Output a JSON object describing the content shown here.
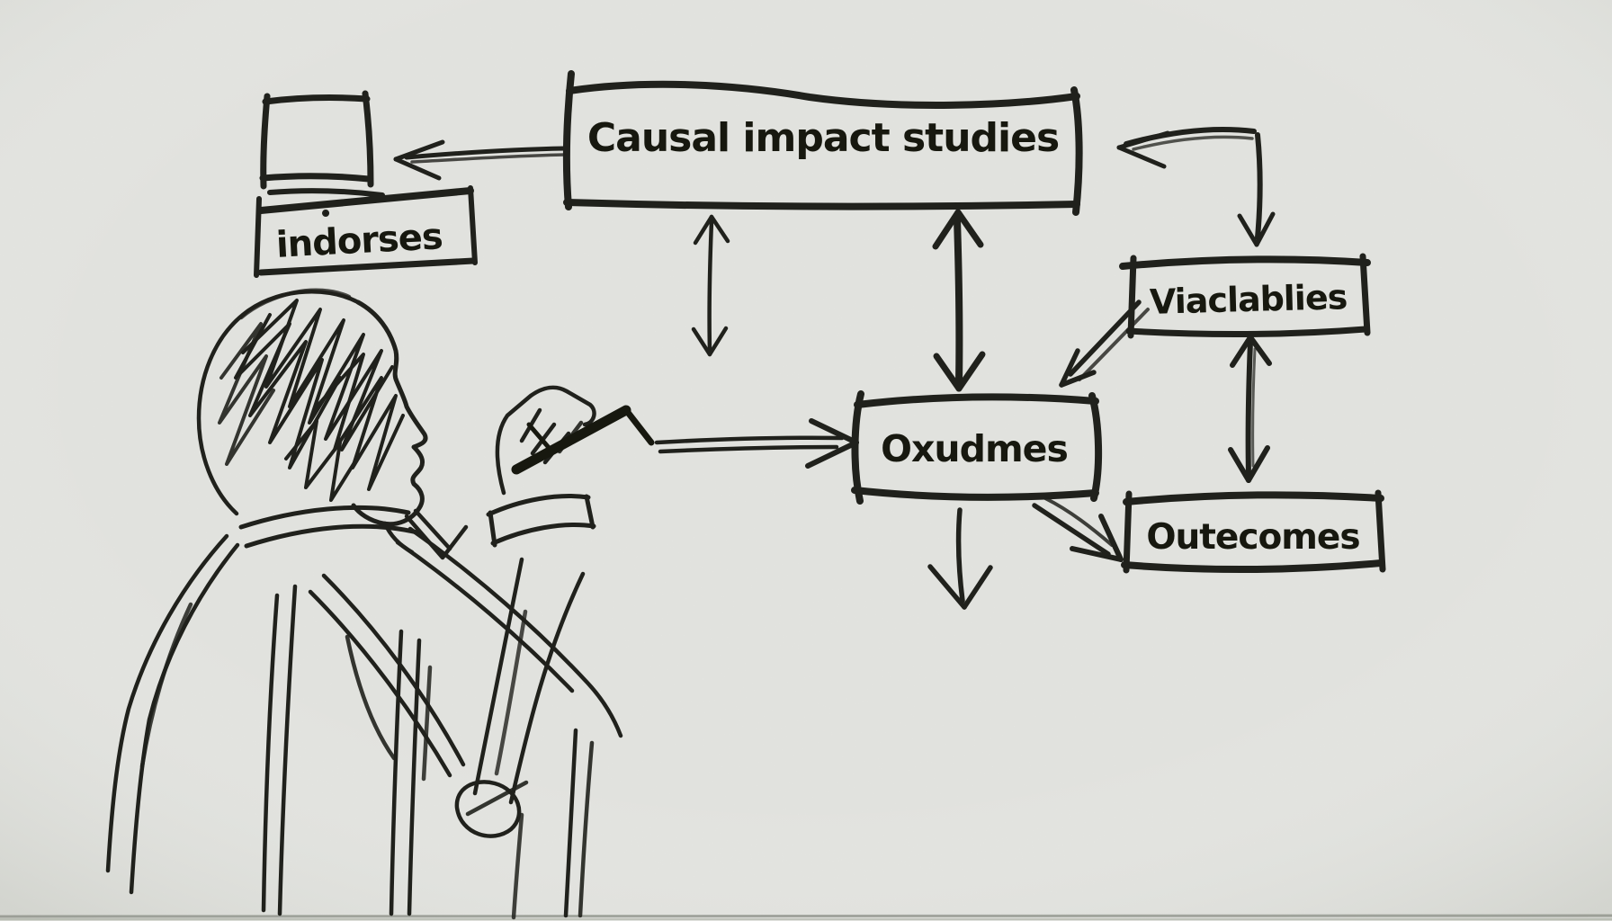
{
  "scene": {
    "type": "hand-drawn whiteboard flowchart sketch",
    "background_color": "#ecede9",
    "ink_color": "#20211c",
    "has_bottom_edge_line": true
  },
  "figure": {
    "description": "sketched person in profile with scribbled hair, raised arm with cuffed sleeve, hand holding a marker pen pointing at the diagram"
  },
  "diagram": {
    "boxes": [
      {
        "id": "empty-box",
        "label": ""
      },
      {
        "id": "causal-impact-studies",
        "label": "Causal impact studies"
      },
      {
        "id": "indorses",
        "label": "indorses"
      },
      {
        "id": "variables",
        "label": "Viaclablies"
      },
      {
        "id": "outcomes-center",
        "label": "Oxudmes"
      },
      {
        "id": "outcomes-right",
        "label": "Outecomes"
      }
    ],
    "arrows": [
      {
        "from": "causal-impact-studies",
        "to": "empty-box",
        "heads": "end",
        "shape": "straight-left"
      },
      {
        "from": "causal-impact-studies",
        "to": "space-below",
        "heads": "both",
        "weight": "thin"
      },
      {
        "from": "causal-impact-studies",
        "to": "outcomes-center",
        "heads": "both",
        "weight": "thick"
      },
      {
        "from": "variables",
        "to": "causal-impact-studies",
        "heads": "both",
        "shape": "elbow"
      },
      {
        "from": "variables",
        "to": "outcomes-center",
        "heads": "end",
        "shape": "diagonal"
      },
      {
        "from": "variables",
        "to": "outcomes-right",
        "heads": "both",
        "shape": "vertical"
      },
      {
        "from": "pen-tip",
        "to": "outcomes-center",
        "heads": "end",
        "shape": "straight-right"
      },
      {
        "from": "outcomes-center",
        "to": "space-below",
        "heads": "end",
        "shape": "vertical"
      },
      {
        "from": "outcomes-center",
        "to": "outcomes-right",
        "heads": "end",
        "shape": "diagonal"
      }
    ]
  }
}
